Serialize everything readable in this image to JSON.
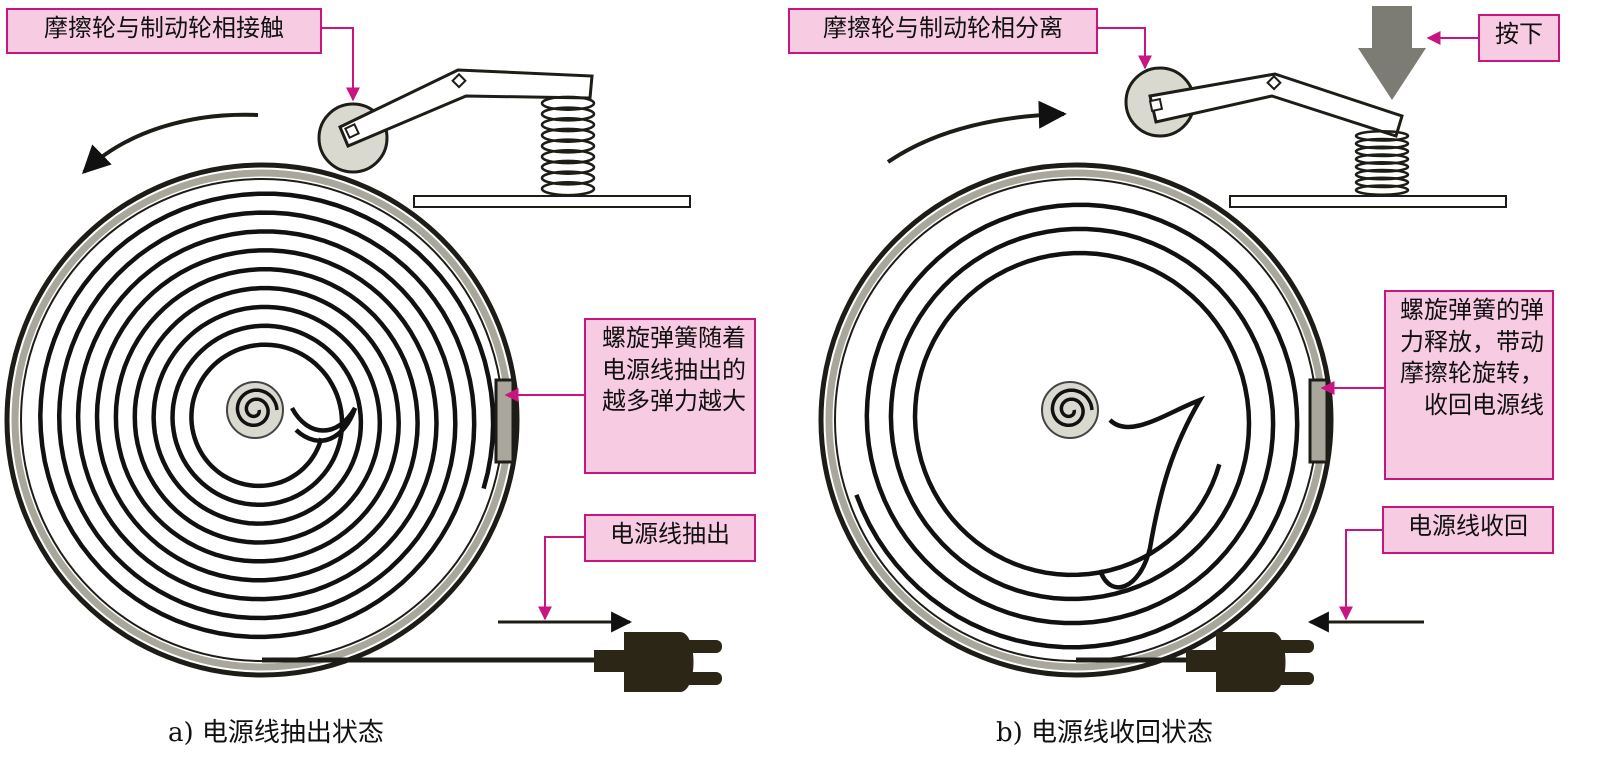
{
  "panel_a": {
    "callout_contact": "摩擦轮与制动轮相接触",
    "callout_spring": "螺旋弹簧随着电源线抽出的越多弹力越大",
    "callout_cord": "电源线抽出",
    "caption": "a) 电源线抽出状态"
  },
  "panel_b": {
    "callout_separate": "摩擦轮与制动轮相分离",
    "callout_press": "按下",
    "callout_spring": "螺旋弹簧的弹力释放，带动摩擦轮旋转，收回电源线",
    "callout_cord": "电源线收回",
    "caption": "b) 电源线收回状态"
  },
  "colors": {
    "callout_fill": "#f7cce3",
    "callout_border": "#c8157f",
    "leader_line": "#c8157f",
    "coil": "#111111",
    "drum_band": "#a9a79b",
    "friction_wheel": "#d9d9cf",
    "press_arrow": "#7c7c74",
    "plug": "#2b2616"
  },
  "icons": {
    "plug": "power-plug-icon",
    "press": "press-down-arrow-icon",
    "rotation": "rotation-arrow-icon"
  }
}
